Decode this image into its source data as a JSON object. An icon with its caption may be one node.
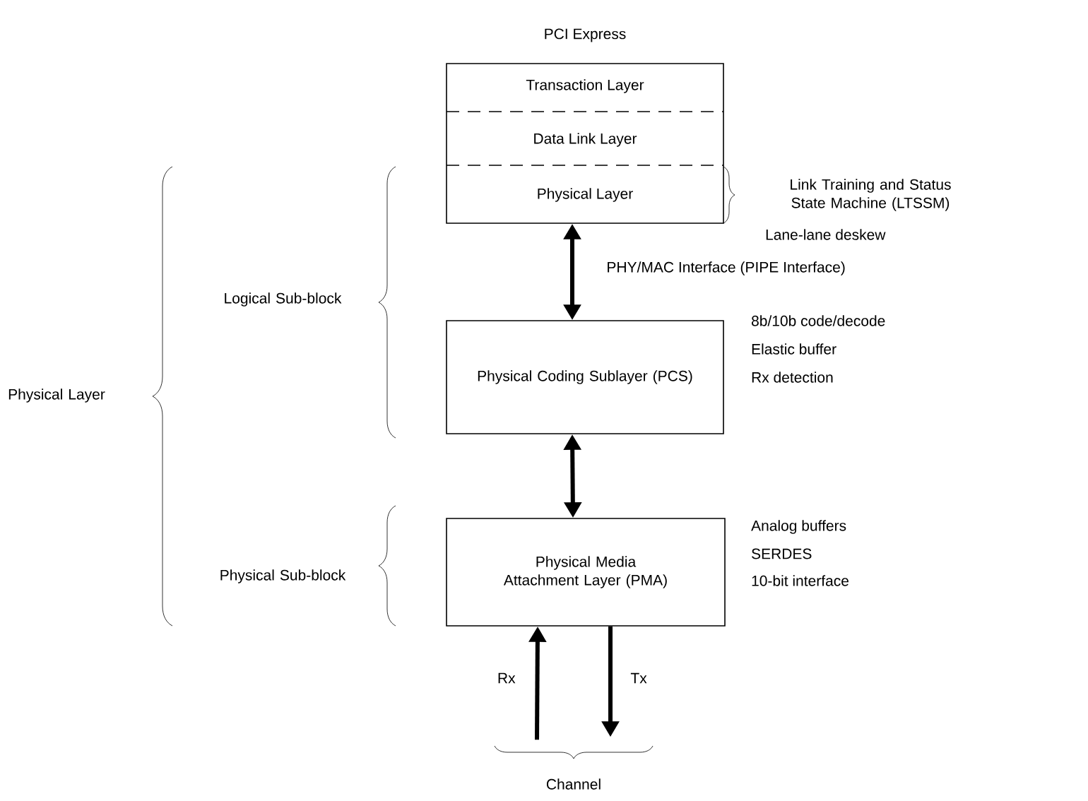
{
  "diagram": {
    "nodes": [
      {
        "text": [
          "PCI Express",
          "Transaction Layer",
          "Data Link Layer",
          "Physical Layer"
        ]
      },
      {
        "text": [
          "Physical Coding Sublayer (PCS)"
        ],
        "beside": [
          "8b/10b code/decode",
          "Elastic buffer",
          "Rx detection"
        ]
      },
      {
        "text": [
          "Physical Media Attachment Layer (PMA)"
        ],
        "beside": [
          "Analog buffers",
          "SERDES",
          "10-bit interface"
        ]
      },
      {
        "text": [
          "Channel"
        ]
      }
    ],
    "edges": [
      {
        "from": 0,
        "to": 1,
        "arrow": "both",
        "label": "PHY/MAC Interface (PIPE Interface)"
      },
      {
        "from": 1,
        "to": 2,
        "arrow": "both"
      },
      {
        "from": 3,
        "to": 2,
        "arrow": "to",
        "label": "Rx"
      },
      {
        "from": 2,
        "to": 3,
        "arrow": "to",
        "label": "Tx"
      }
    ],
    "labels": [
      "Link Training and Status State Machine (LTSSM)",
      "Lane-lane deskew",
      "Logical Sub-block",
      "Physical Layer",
      "Physical Sub-block"
    ]
  }
}
